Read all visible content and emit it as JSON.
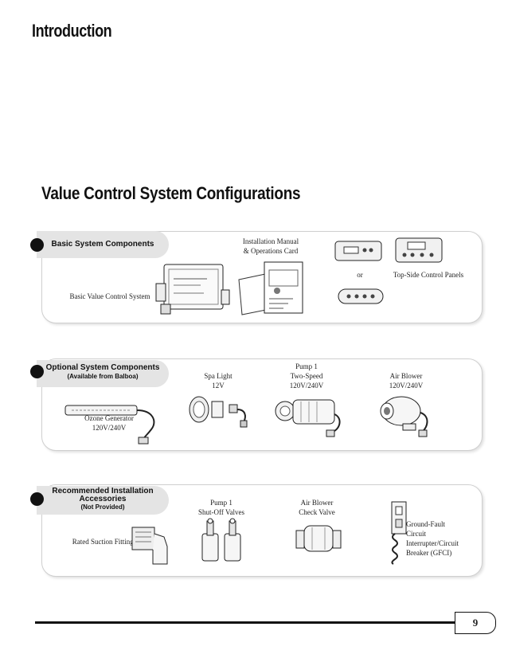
{
  "page_title": "Introduction",
  "section_title": "Value Control System Configurations",
  "basic": {
    "tab": "Basic System Components",
    "manual": "Installation Manual\n& Operations Card",
    "or": "or",
    "panels": "Top-Side Control Panels",
    "system": "Basic Value Control System"
  },
  "optional": {
    "tab_line1": "Optional System Components",
    "tab_line2": "(Available from Balboa)",
    "spa_light": "Spa Light\n12V",
    "pump": "Pump 1\nTwo-Speed\n120V/240V",
    "blower": "Air Blower\n120V/240V",
    "ozone": "Ozone Generator\n120V/240V"
  },
  "accessories": {
    "tab_line1": "Recommended Installation",
    "tab_line2": "Accessories",
    "tab_line3": "(Not Provided)",
    "valves": "Pump 1\nShut-Off Valves",
    "check": "Air Blower\nCheck Valve",
    "gfci": "Ground-Fault Circuit\nInterrupter/Circuit\nBreaker (GFCI)",
    "fittings": "Rated Suction Fittings"
  },
  "page_number": "9"
}
